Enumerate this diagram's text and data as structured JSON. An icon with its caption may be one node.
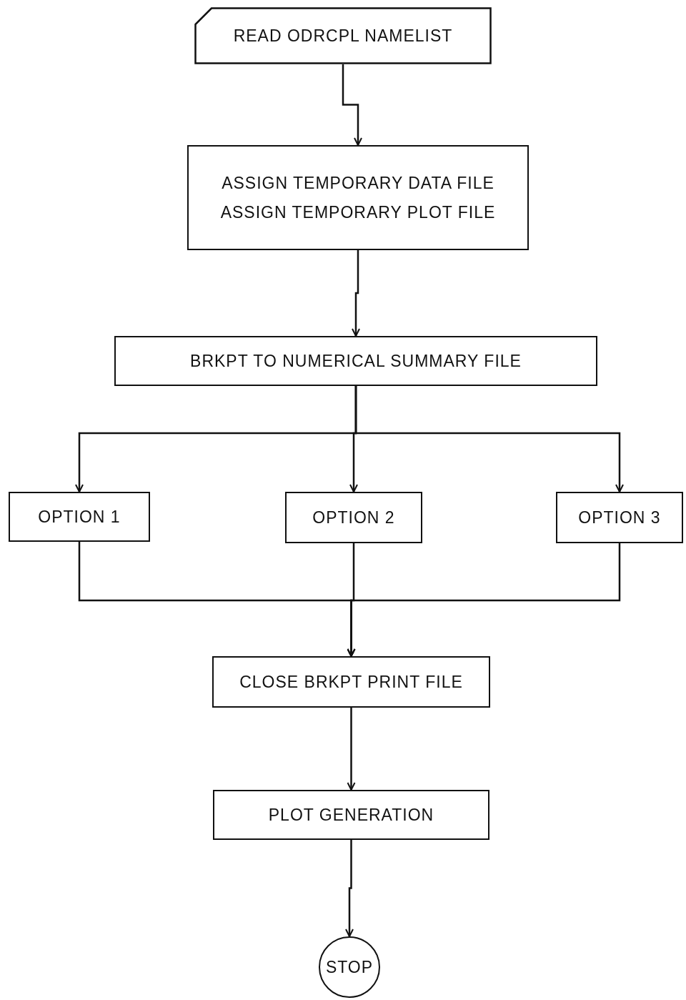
{
  "diagram": {
    "nodes": [
      {
        "text": [
          "READ ODRCPL NAMELIST"
        ]
      },
      {
        "text": [
          "ASSIGN TEMPORARY DATA FILE",
          "ASSIGN TEMPORARY PLOT FILE"
        ]
      },
      {
        "text": [
          "BRKPT TO NUMERICAL SUMMARY FILE"
        ]
      },
      {
        "text": [
          "OPTION 1"
        ]
      },
      {
        "text": [
          "OPTION 2"
        ]
      },
      {
        "text": [
          "OPTION 3"
        ]
      },
      {
        "text": [
          "CLOSE BRKPT PRINT FILE"
        ]
      },
      {
        "text": [
          "PLOT GENERATION"
        ]
      },
      {
        "text": [
          "STOP"
        ]
      }
    ],
    "edges": [
      {
        "from": 0,
        "to": 1,
        "arrow": "to"
      },
      {
        "from": 1,
        "to": 2,
        "arrow": "to"
      },
      {
        "from": 2,
        "to": 3,
        "arrow": "to"
      },
      {
        "from": 2,
        "to": 4,
        "arrow": "to"
      },
      {
        "from": 2,
        "to": 5,
        "arrow": "to"
      },
      {
        "from": 3,
        "to": 6,
        "arrow": "to"
      },
      {
        "from": 4,
        "to": 6,
        "arrow": "to"
      },
      {
        "from": 5,
        "to": 6,
        "arrow": "to"
      },
      {
        "from": 6,
        "to": 7,
        "arrow": "to"
      },
      {
        "from": 7,
        "to": 8,
        "arrow": "to"
      }
    ]
  }
}
